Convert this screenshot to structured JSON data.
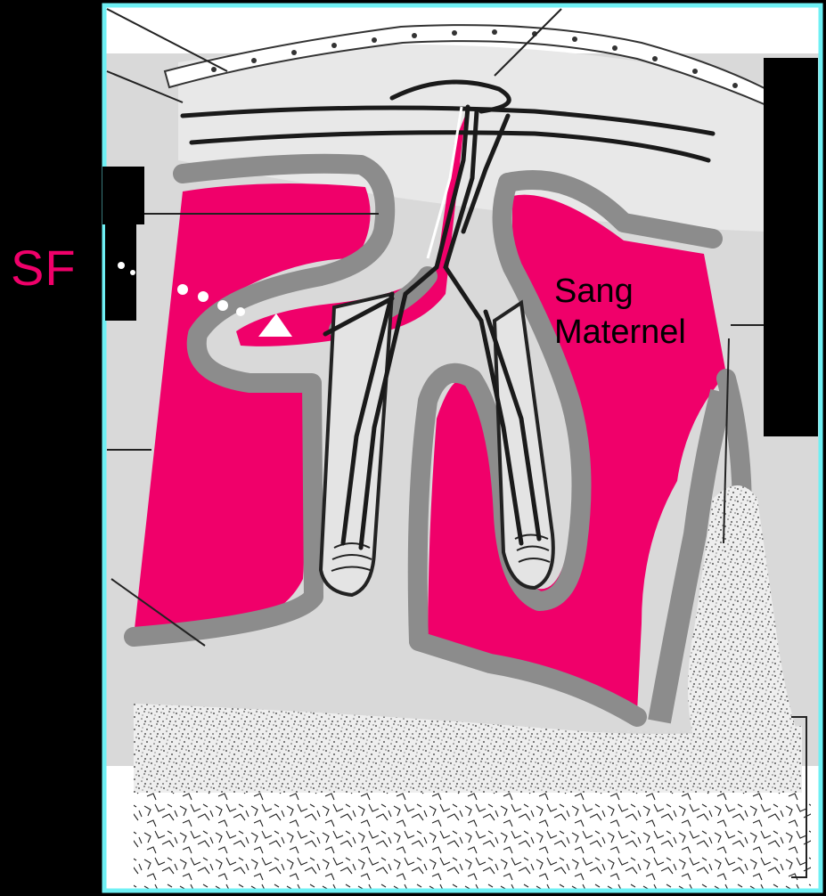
{
  "labels": {
    "sf": "SF",
    "sang_line1": "Sang",
    "sang_line2": "Maternel"
  },
  "colors": {
    "background": "#000000",
    "frame": "#6ff0f4",
    "maternal_blood": "#f0006a",
    "trophoblast_band": "#8c8c8c",
    "stroma": "#d2d2d2",
    "chorionic_plate": "#e6e6e6",
    "vessel": "#1a1a1a",
    "panel": "#ffffff"
  }
}
